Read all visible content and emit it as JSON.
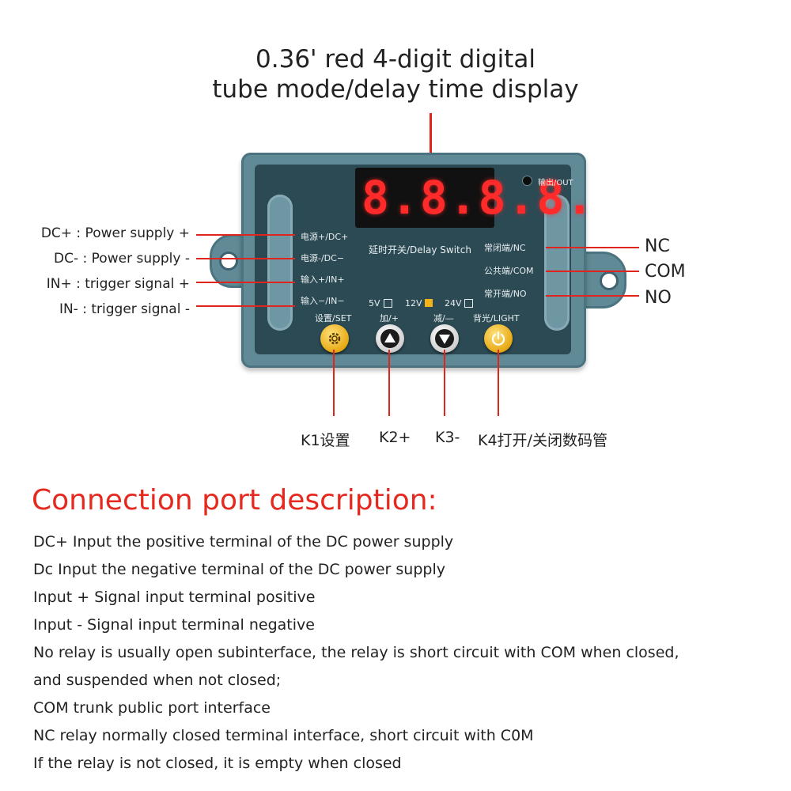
{
  "heading": {
    "line1": "0.36' red 4-digit digital",
    "line2": "tube mode/delay time display"
  },
  "left_labels": [
    "DC+ : Power supply +",
    "DC- : Power supply -",
    "IN+ : trigger signal +",
    "IN- : trigger signal -"
  ],
  "right_labels": [
    "NC",
    "COM",
    "NO"
  ],
  "board": {
    "display_digits": "8.8.8.8.",
    "out_label": "输出/OUT",
    "center_label": "延时开关/Delay Switch",
    "left_pins": [
      "电源+/DC+",
      "电源-/DC−",
      "输入+/IN+",
      "输入−/IN−"
    ],
    "right_pins": [
      "常闭端/NC",
      "公共端/COM",
      "常开端/NO"
    ],
    "voltages": [
      "5V",
      "12V",
      "24V"
    ],
    "button_labels": [
      "设置/SET",
      "加/+",
      "减/—",
      "背光/LIGHT"
    ],
    "selected_voltage": "12V"
  },
  "keys": [
    "K1设置",
    "K2+",
    "K3-",
    "K4打开/关闭数码管"
  ],
  "section_title": "Connection port description:",
  "descriptions": [
    "DC+ Input the positive terminal of the DC power supply",
    "Dc Input the negative terminal of the DC power supply",
    "Input + Signal input terminal positive",
    "Input - Signal input terminal negative",
    "No relay is usually open subinterface, the relay is short circuit with COM when closed,",
    "and suspended when not closed;",
    "COM trunk public port interface",
    "NC relay normally closed terminal interface, short circuit with C0M",
    "If the relay is not closed, it is empty when closed"
  ],
  "colors": {
    "accent_red": "#e5291f",
    "board": "#5f8a96",
    "panel": "#2c4a54",
    "segment": "#ff2a2a",
    "led_on": "#f2b21a"
  },
  "icons": {
    "set_button": "gear-icon",
    "up_button": "triangle-up-icon",
    "down_button": "triangle-down-icon",
    "light_button": "power-icon"
  }
}
